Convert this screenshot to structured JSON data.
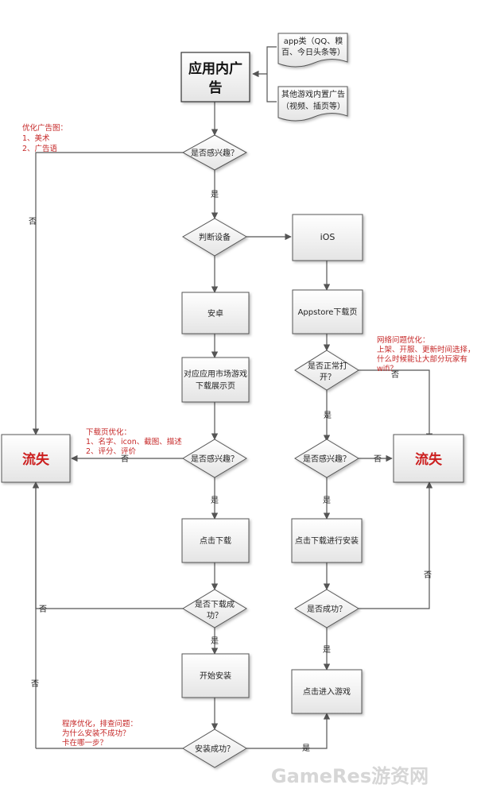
{
  "nodes": {
    "ad": "应用内广告",
    "doc_app": "app类（QQ、糗百、今日头条等）",
    "doc_game": "其他游戏内置广告（视频、插页等）",
    "interest1": "是否感兴趣？",
    "device": "判断设备",
    "ios": "iOS",
    "android": "安卓",
    "appstore": "Appstore下载页",
    "market": "对应应用市场游戏下载展示页",
    "open_ok": "是否正常打开？",
    "interest2": "是否感兴趣？",
    "interest3": "是否感兴趣？",
    "lost_left": "流失",
    "lost_right": "流失",
    "click_dl": "点击下载",
    "dl_ok": "是否下载成功？",
    "start_install": "开始安装",
    "install_ok": "安装成功？",
    "click_install": "点击下载进行安装",
    "success": "是否成功？",
    "enter_game": "点击进入游戏"
  },
  "edge_labels": {
    "yes": "是",
    "no": "否"
  },
  "notes": {
    "ad_opt": [
      "优化广告图：",
      "1、美术",
      "2、广告语"
    ],
    "page_opt": [
      "下载页优化：",
      "1、名字、icon、截图、描述",
      "2、评分、评价"
    ],
    "net_opt": [
      "网络问题优化：",
      "上架、开服、更新时间选择，",
      "什么时候能让大部分玩家有",
      "wifi？"
    ],
    "prog_opt": [
      "程序优化，排查问题：",
      "为什么安装不成功？",
      "卡在哪一步？"
    ]
  },
  "watermark": "GameRes游资网",
  "colors": {
    "line": "#555555",
    "note": "#c62828",
    "lost": "#cc1f1f",
    "shape_fill_top": "#ffffff",
    "shape_fill_bottom": "#e6e6e6"
  }
}
